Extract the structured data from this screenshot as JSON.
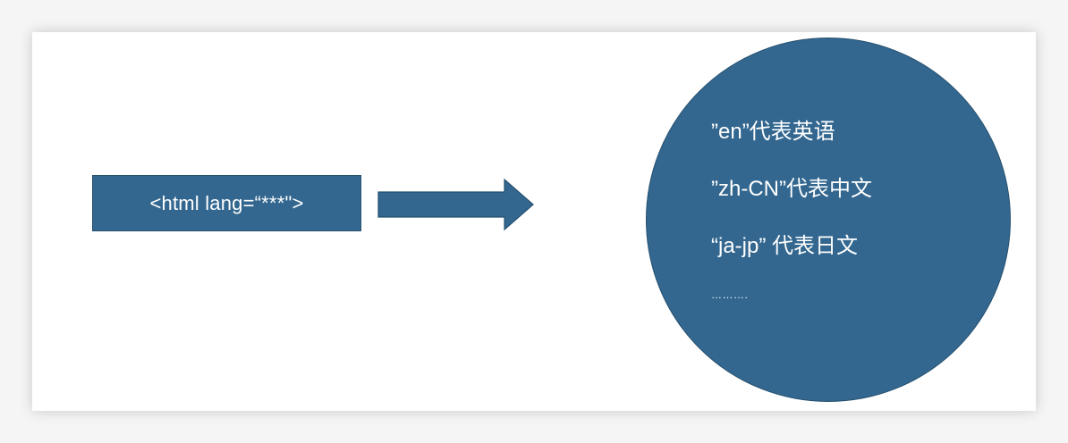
{
  "diagram": {
    "code_box": {
      "text": "<html lang=“***\">"
    },
    "arrow": {
      "direction": "right"
    },
    "circle": {
      "lines": [
        "”en”代表英语",
        "”zh-CN”代表中文",
        "“ja-jp”  代表日文"
      ],
      "ellipsis": "………."
    }
  },
  "colors": {
    "shape_fill": "#33678f",
    "shape_border": "#26506f",
    "text": "#ffffff",
    "slide_background": "#ffffff",
    "page_background": "#f5f5f5"
  }
}
